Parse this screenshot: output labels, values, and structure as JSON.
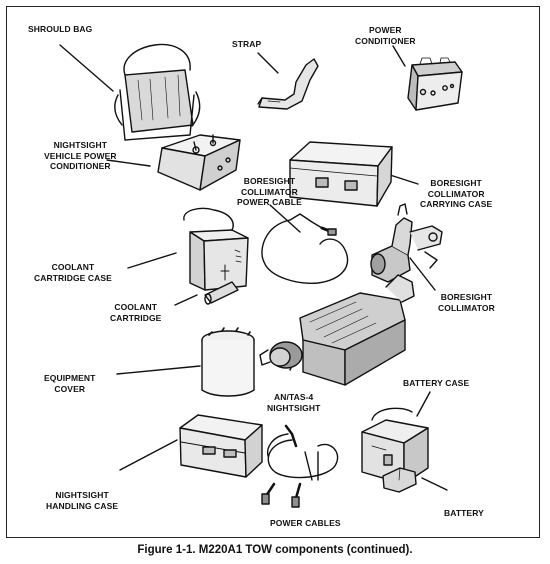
{
  "labels": {
    "shroud_bag": "SHROULD BAG",
    "strap": "STRAP",
    "power_conditioner": "POWER\nCONDITIONER",
    "nightsight_vehicle_power_conditioner": "NIGHTSIGHT\nVEHICLE POWER\nCONDITIONER",
    "boresight_collimator_power_cable": "BORESIGHT\nCOLLIMATOR\nPOWER CABLE",
    "boresight_collimator_carrying_case": "BORESIGHT\nCOLLIMATOR\nCARRYING CASE",
    "coolant_cartridge_case": "COOLANT\nCARTRIDGE CASE",
    "coolant_cartridge": "COOLANT\nCARTRIDGE",
    "boresight_collimator": "BORESIGHT\nCOLLIMATOR",
    "equipment_cover": "EQUIPMENT\nCOVER",
    "an_tas_4_nightsight": "AN/TAS-4\nNIGHTSIGHT",
    "battery_case": "BATTERY CASE",
    "nightsight_handling_case": "NIGHTSIGHT\nHANDLING CASE",
    "power_cables": "POWER CABLES",
    "battery": "BATTERY"
  },
  "caption": "Figure 1-1.   M220A1 TOW components (continued)."
}
